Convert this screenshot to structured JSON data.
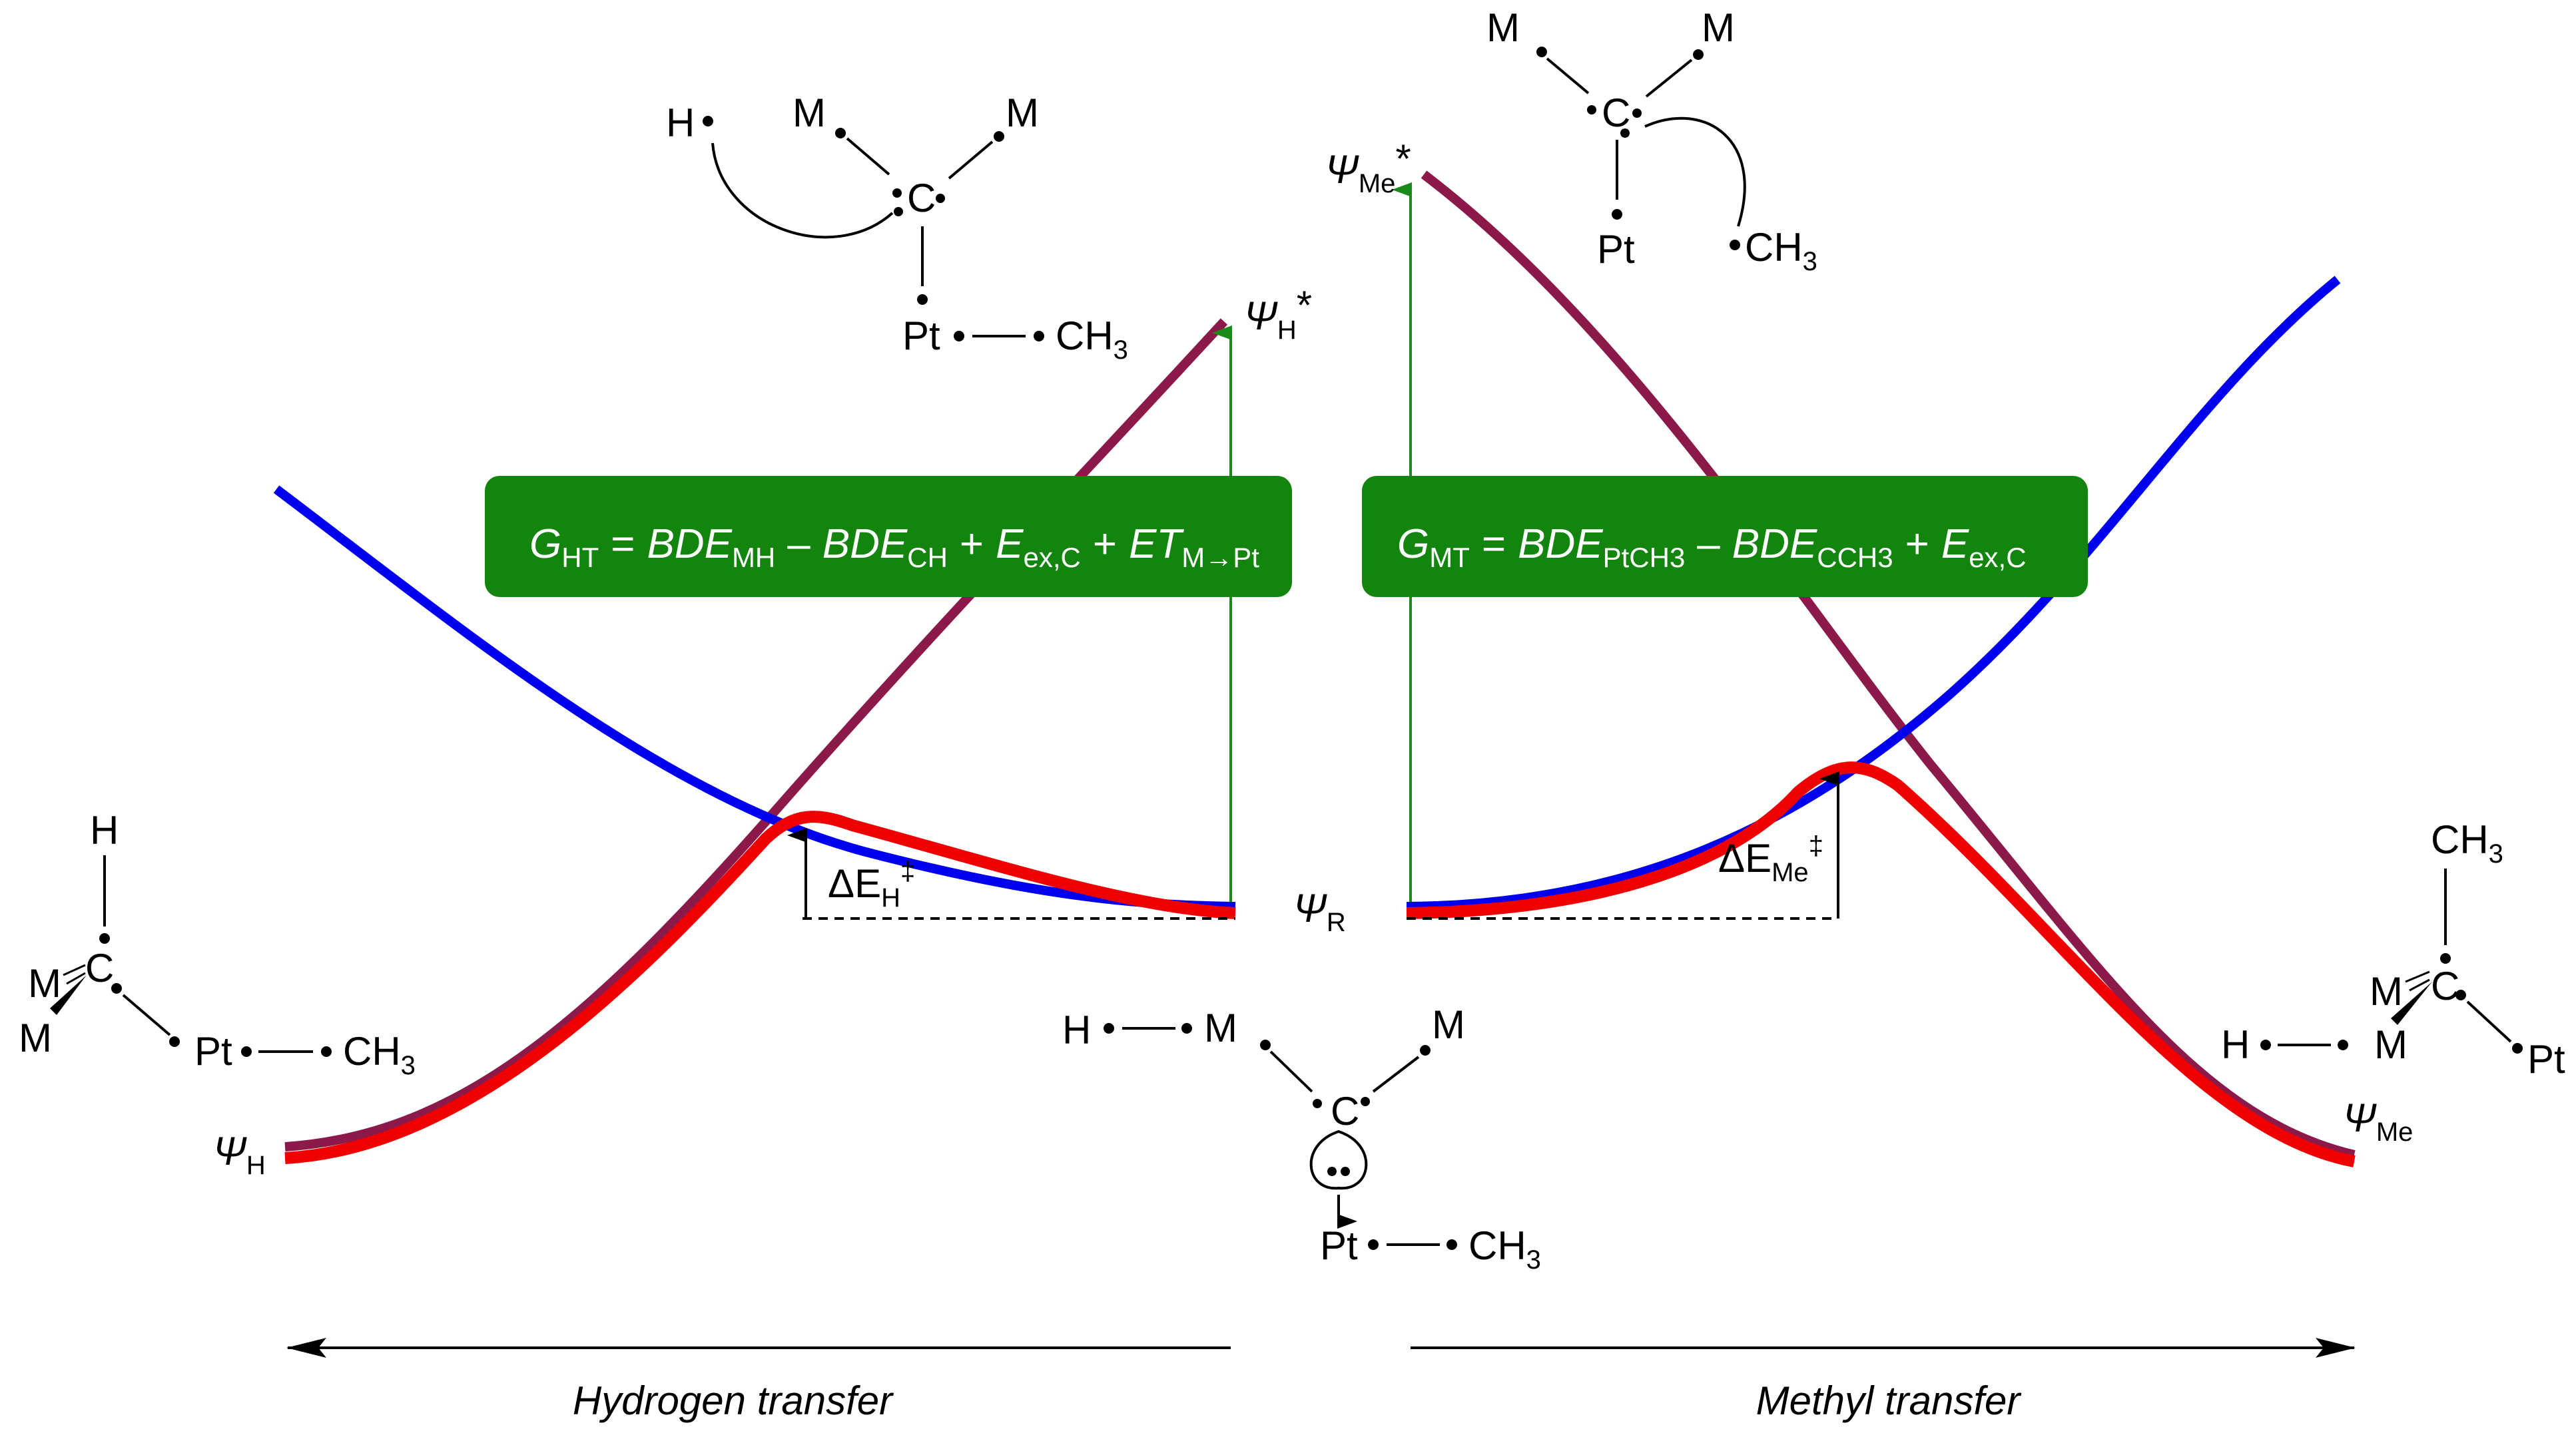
{
  "colors": {
    "background": "#ffffff",
    "blue_curve": "#0000ee",
    "red_curve": "#ee0000",
    "purple_curve": "#8b1a4a",
    "green_arrow": "#1a8a1a",
    "box_fill": "#13850f",
    "box_text": "#ffffff"
  },
  "equations": {
    "left": {
      "G": "G",
      "G_sub": "HT",
      "eq": "=",
      "t1": "BDE",
      "t1_sub": "MH",
      "op1": "–",
      "t2": "BDE",
      "t2_sub": "CH",
      "op2": "+",
      "t3": "E",
      "t3_sub": "ex,C",
      "op3": "+",
      "t4": "ET",
      "t4_sub": "M→Pt"
    },
    "right": {
      "G": "G",
      "G_sub": "MT",
      "eq": "=",
      "t1": "BDE",
      "t1_sub": "PtCH3",
      "op1": "–",
      "t2": "BDE",
      "t2_sub": "CCH3",
      "op2": "+",
      "t3": "E",
      "t3_sub": "ex,C"
    }
  },
  "states": {
    "psi_symbol": "Ψ",
    "psi_H": "H",
    "psi_Me": "Me",
    "psi_R": "R",
    "star": "*"
  },
  "barriers": {
    "delta": "ΔE",
    "H_sub": "H",
    "Me_sub": "Me",
    "dagger": "‡"
  },
  "atoms": {
    "H": "H",
    "M": "M",
    "C": "C",
    "Pt": "Pt",
    "CH": "CH",
    "three": "3"
  },
  "axis_labels": {
    "left": "Hydrogen transfer",
    "right": "Methyl transfer"
  }
}
